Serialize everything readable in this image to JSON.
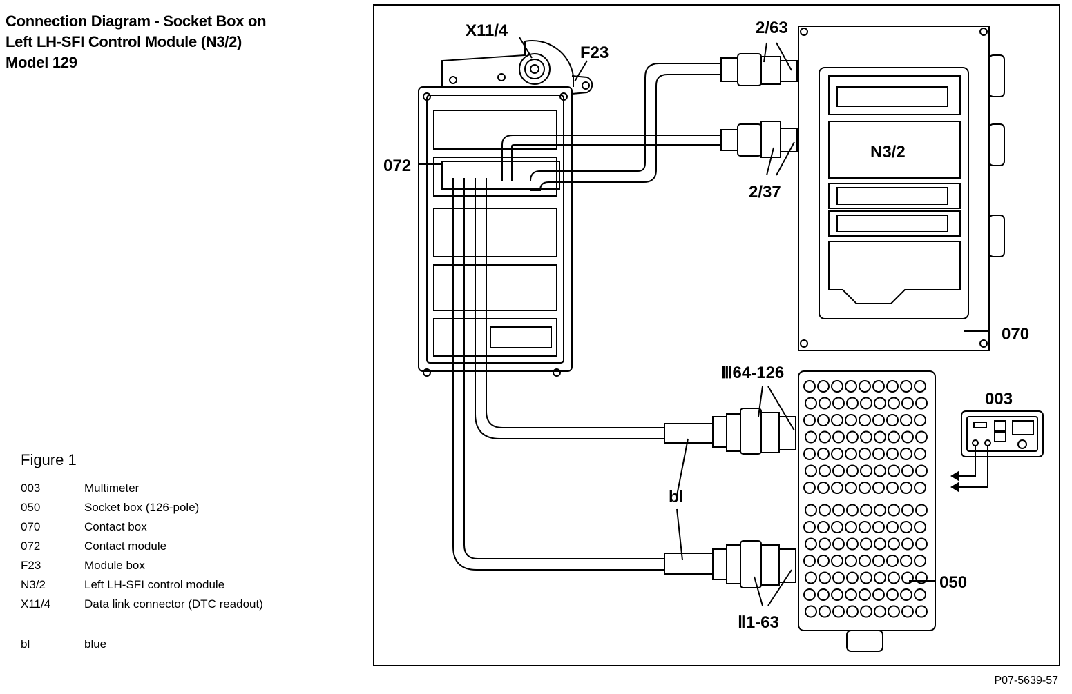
{
  "title": {
    "line1": "Connection Diagram - Socket Box on",
    "line2": "Left LH-SFI Control Module (N3/2)",
    "line3": "Model 129"
  },
  "figure_label": "Figure 1",
  "legend": [
    {
      "code": "003",
      "description": "Multimeter"
    },
    {
      "code": "050",
      "description": "Socket box (126-pole)"
    },
    {
      "code": "070",
      "description": "Contact box"
    },
    {
      "code": "072",
      "description": "Contact module"
    },
    {
      "code": "F23",
      "description": "Module box"
    },
    {
      "code": "N3/2",
      "description": "Left LH-SFI control module"
    },
    {
      "code": "X11/4",
      "description": "Data link connector (DTC readout)"
    }
  ],
  "color_legend": {
    "code": "bl",
    "description": "blue"
  },
  "diagram_labels": {
    "x114": "X11/4",
    "f23": "F23",
    "c263": "2/63",
    "c237": "2/37",
    "n32": "N3/2",
    "c072": "072",
    "c070": "070",
    "c003": "003",
    "c050": "050",
    "c64_126": "Ⅲ64-126",
    "c1_63": "Ⅱ1-63",
    "bl": "bl"
  },
  "reference": "P07-5639-57"
}
